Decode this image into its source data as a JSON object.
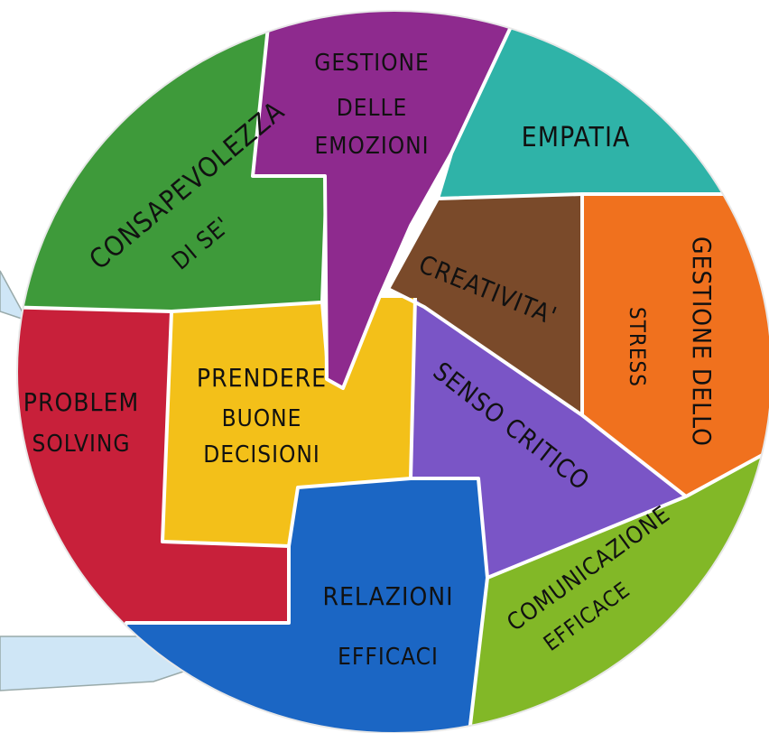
{
  "diagram": {
    "segments": [
      {
        "id": "consapevolezza",
        "lines": [
          "CONSAPEVOLEZZA",
          "DI SE'"
        ],
        "color": "#3e9a3a"
      },
      {
        "id": "emozioni",
        "lines": [
          "GESTIONE",
          "DELLE",
          "EMOZIONI"
        ],
        "color": "#8e2a8e"
      },
      {
        "id": "empatia",
        "lines": [
          "EMPATIA"
        ],
        "color": "#2fb3a8"
      },
      {
        "id": "creativita",
        "lines": [
          "CREATIVITA'"
        ],
        "color": "#7a4a2a"
      },
      {
        "id": "stress",
        "lines": [
          "GESTIONE DELLO",
          "STRESS"
        ],
        "color": "#f0711e"
      },
      {
        "id": "problem",
        "lines": [
          "PROBLEM",
          "SOLVING"
        ],
        "color": "#c8203a"
      },
      {
        "id": "decisioni",
        "lines": [
          "PRENDERE",
          "BUONE",
          "DECISIONI"
        ],
        "color": "#f3c019"
      },
      {
        "id": "senso",
        "lines": [
          "SENSO CRITICO"
        ],
        "color": "#7a55c6"
      },
      {
        "id": "relazioni",
        "lines": [
          "RELAZIONI",
          "EFFICACI"
        ],
        "color": "#1b66c4"
      },
      {
        "id": "comunicazione",
        "lines": [
          "COMUNICAZIONE",
          "EFFICACE"
        ],
        "color": "#82b827"
      }
    ],
    "callout_color": "#cfe6f6"
  }
}
